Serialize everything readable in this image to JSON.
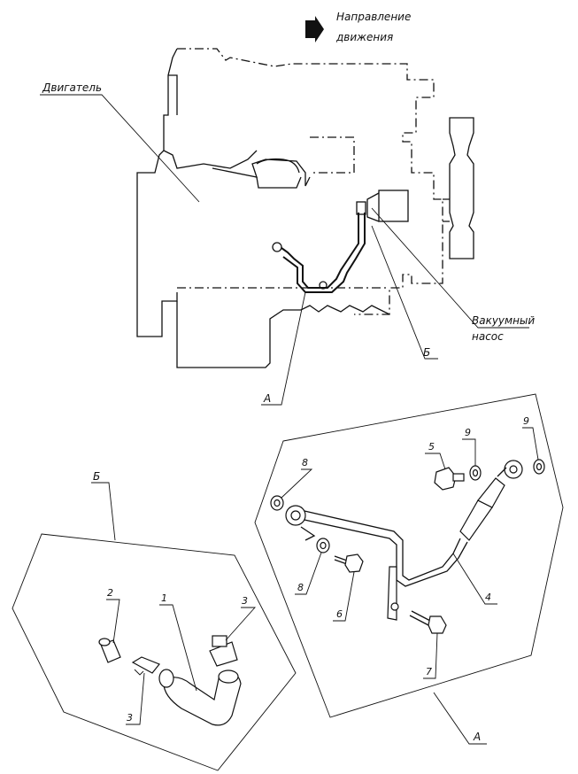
{
  "direction": {
    "line1": "Направление",
    "line2": "движения"
  },
  "top_view": {
    "engine_label": "Двигатель",
    "vacuum_pump_line1": "Вакуумный",
    "vacuum_pump_line2": "насос",
    "view_a": "А",
    "view_b": "Б"
  },
  "detail_b": {
    "title": "Б",
    "callouts": [
      "1",
      "2",
      "3",
      "3"
    ]
  },
  "detail_a": {
    "title": "А",
    "callouts": [
      "4",
      "5",
      "6",
      "7",
      "8",
      "8",
      "9",
      "9"
    ]
  }
}
